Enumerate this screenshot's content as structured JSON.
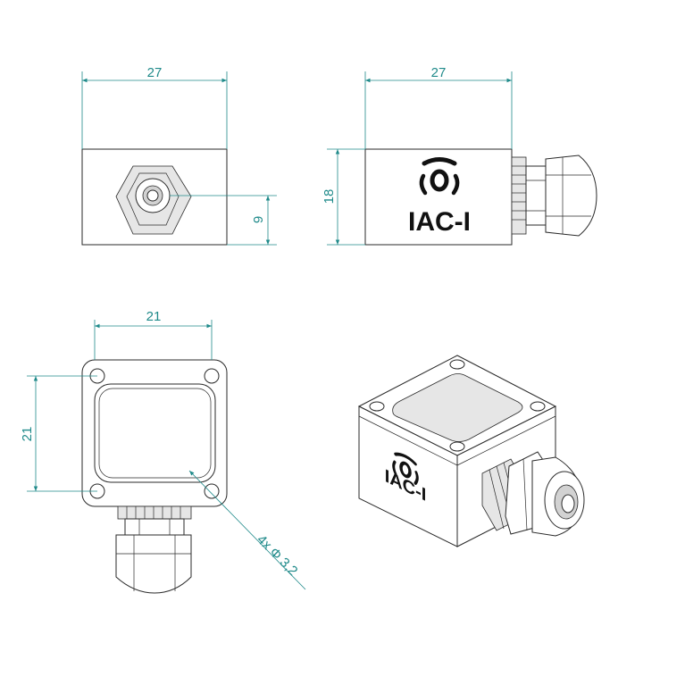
{
  "views": {
    "front": {
      "width_label": "27",
      "height_label": "9"
    },
    "side": {
      "width_label": "27",
      "height_label": "18"
    },
    "top": {
      "width_label": "21",
      "height_label": "21",
      "hole_label": "4x  Φ 3,2"
    },
    "iso": {}
  },
  "logo": {
    "text": "IAC-I"
  },
  "colors": {
    "dimension": "#1f8a8a",
    "outline": "#2a2a2a",
    "logo": "#111111"
  }
}
